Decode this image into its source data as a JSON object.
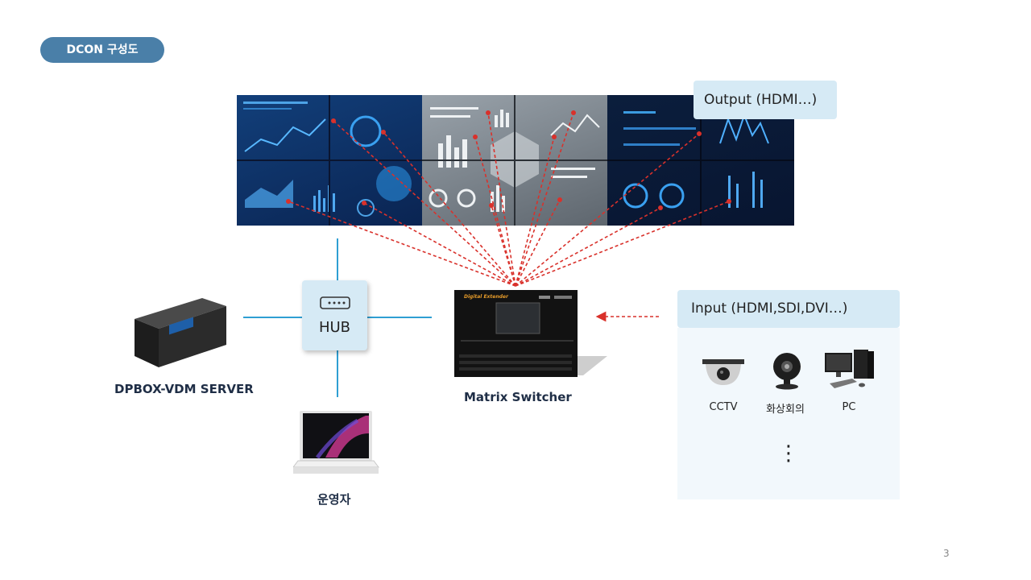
{
  "title": "DCON 구성도",
  "output_label": "Output (HDMI…)",
  "hub_label": "HUB",
  "server_label": "DPBOX-VDM SERVER",
  "operator_label": "운영자",
  "switcher_label": "Matrix Switcher",
  "switcher_brand": "Digital Extender",
  "input_label": "Input (HDMI,SDI,DVI…)",
  "sources": [
    {
      "label": "CCTV",
      "icon": "cctv-camera-icon"
    },
    {
      "label": "화상회의",
      "icon": "webcam-icon"
    },
    {
      "label": "PC",
      "icon": "desktop-pc-icon"
    }
  ],
  "more_indicator": "⋮",
  "page_number": "3",
  "colors": {
    "pill": "#4a7fa8",
    "label_box": "#d6eaf5",
    "input_panel": "#f2f8fc",
    "connector": "#2f9fd3",
    "arrow": "#d9312b"
  }
}
